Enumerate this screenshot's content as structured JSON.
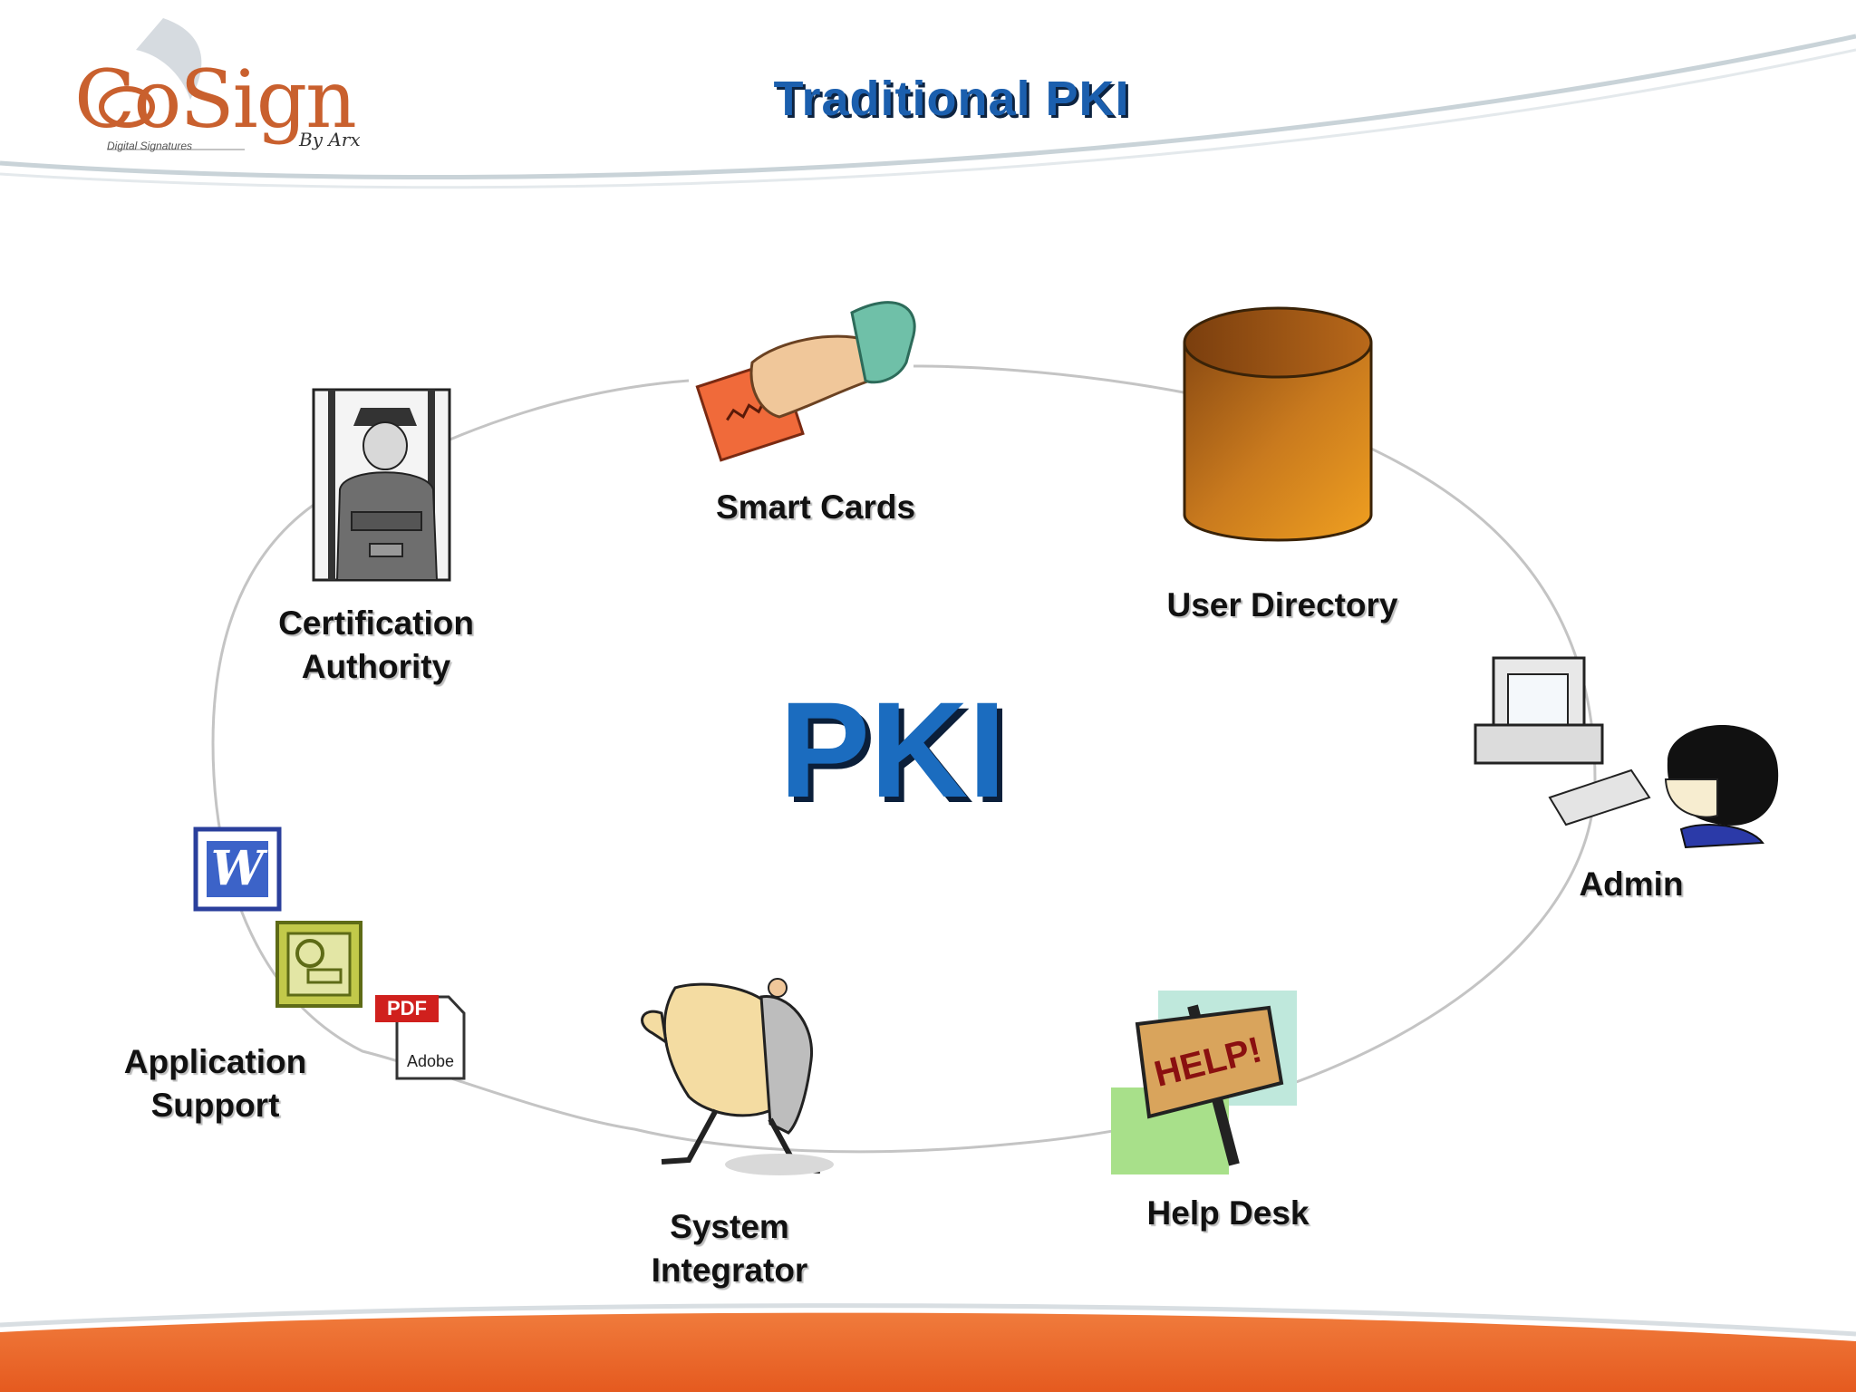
{
  "logo": {
    "wordmark": "CoSign",
    "tagline": "Digital Signatures",
    "by_text": "By Arx"
  },
  "title": "Traditional PKI",
  "center_label": "PKI",
  "nodes": {
    "smart_cards": "Smart Cards",
    "user_directory": "User Directory",
    "certification_authority": "Certification Authority",
    "admin": "Admin",
    "application_support": "Application Support",
    "system_integrator": "System Integrator",
    "help_desk": "Help Desk"
  },
  "icons": {
    "help_sign_text": "HELP!",
    "pdf_text": "PDF",
    "adobe_text": "Adobe",
    "word_letter": "W"
  },
  "colors": {
    "title_blue": "#1b5fae",
    "pki_blue": "#1b6cbf",
    "footer_orange": "#ee6a2c",
    "cylinder_orange": "#d98a1a",
    "ring_gray": "#bdbdbd"
  }
}
